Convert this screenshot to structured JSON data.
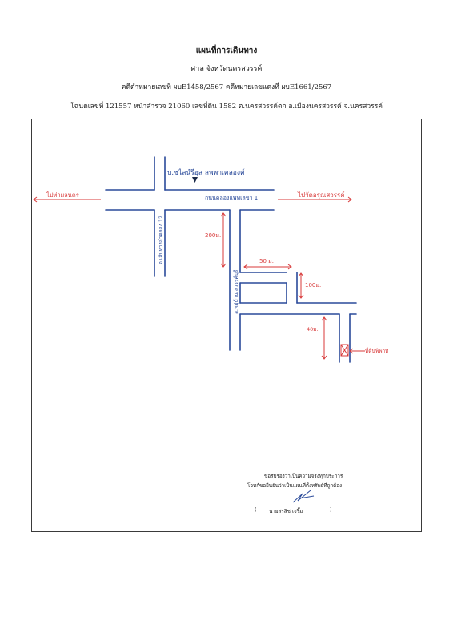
{
  "header": {
    "title": "แผนที่การเดินทาง",
    "court": "ศาล จังหวัดนครสวรรค์",
    "cases": "คดีดำหมายเลขที่ ผบE1458/2567 คดีหมายเลขแดงที่ ผบE1661/2567",
    "deed": "โฉนดเลขที่ 121557 หน้าสำรวจ 21060 เลขที่ดิน 1582 ต.นครสวรรค์ตก อ.เมืองนครสวรรค์ จ.นครสวรรค์"
  },
  "map": {
    "landmark": "บ.ชไลน์รีฮุส ลพพาเคลองค์",
    "main_road": "ถนนคลองแพทเลขา 1",
    "side_road_left": "อ.เส้นทางลำคลอง 12",
    "side_road_right": "อ.หมู่บ้าน สวรรค์บุรี",
    "dir_left": "ไปท่าผลนคร",
    "dir_right": "ไปวัดอรุณสวรรค์",
    "dist_200": "200ม.",
    "dist_50": "50 ม.",
    "dist_100": "100ม.",
    "dist_40": "40ม.",
    "target_label": "ที่ดินพิพาท",
    "colors": {
      "road": "#2a4a9a",
      "annotation": "#d83a3a",
      "marker": "#1b2a4a"
    }
  },
  "certification": {
    "line1": "ขอรับรองว่าเป็นความจริงทุกประการ",
    "line2": "โจทก์ขอยืนยันว่าเป็นแผนที่ตั้งทรัพย์ที่ถูกต้อง",
    "paren_open": "(",
    "signer": "นายสรสิช เจริ๊ม",
    "paren_close": ")"
  }
}
